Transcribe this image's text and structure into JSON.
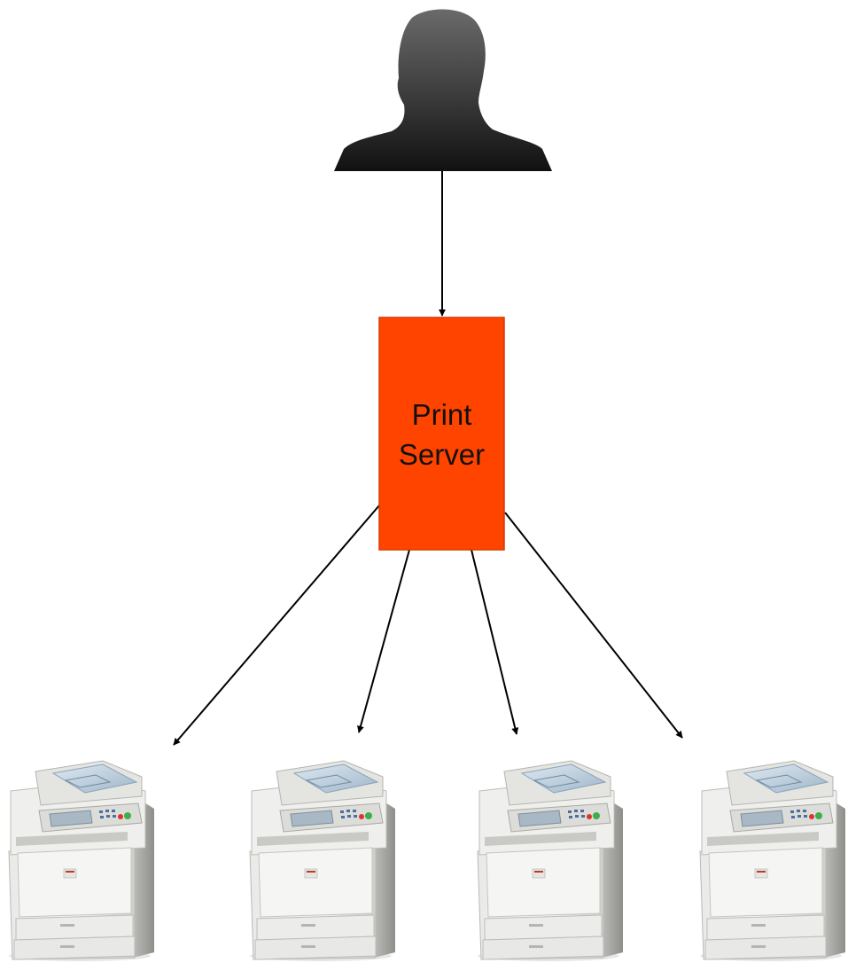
{
  "diagram": {
    "user": {
      "icon": "user-silhouette-icon"
    },
    "server": {
      "label_line1": "Print",
      "label_line2": "Server",
      "fill_color": "#FF4400",
      "border_color": "#D93A00"
    },
    "printers": [
      {
        "icon": "multifunction-printer-icon"
      },
      {
        "icon": "multifunction-printer-icon"
      },
      {
        "icon": "multifunction-printer-icon"
      },
      {
        "icon": "multifunction-printer-icon"
      }
    ],
    "connections": [
      {
        "from": "user",
        "to": "server"
      },
      {
        "from": "server",
        "to": "printer-1"
      },
      {
        "from": "server",
        "to": "printer-2"
      },
      {
        "from": "server",
        "to": "printer-3"
      },
      {
        "from": "server",
        "to": "printer-4"
      }
    ],
    "arrow_color": "#000000"
  }
}
